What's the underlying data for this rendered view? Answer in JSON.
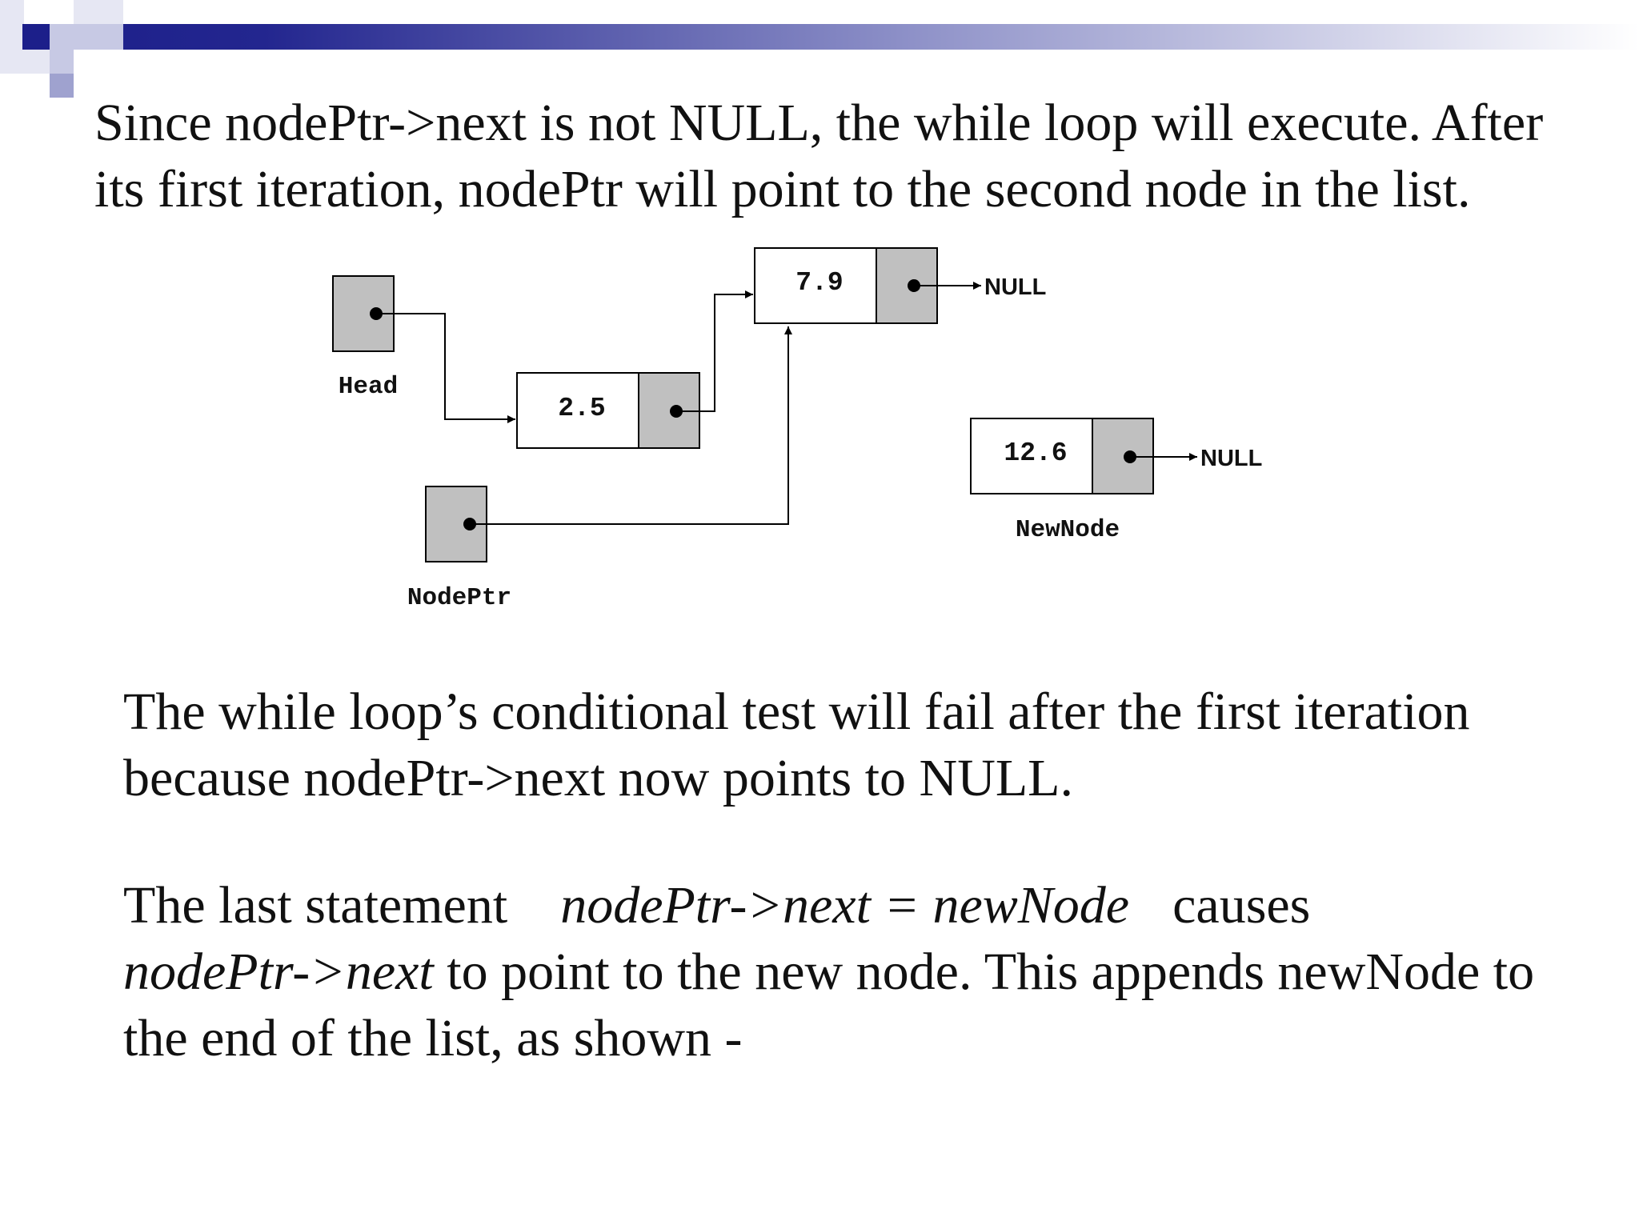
{
  "slide": {
    "para1": "Since nodePtr->next is not NULL, the while loop will execute. After its first iteration, nodePtr will point to the second node in the list.",
    "para2": "The while loop’s conditional test will fail after the first iteration because nodePtr->next now points to NULL.",
    "para3": {
      "part1": "The last statement",
      "code1": "nodePtr->next = newNode",
      "part2": "causes",
      "code2": "nodePtr->next",
      "part3": " to point to the new node. This appends newNode to the end of the list, as shown -"
    }
  },
  "diagram": {
    "head_label": "Head",
    "nodeptr_label": "NodePtr",
    "newnode_label": "NewNode",
    "node1_value": "2.5",
    "node2_value": "7.9",
    "newnode_value": "12.6",
    "null_label_1": "NULL",
    "null_label_2": "NULL"
  },
  "colors": {
    "header_dark": "#1c1f8a",
    "header_light": "#ffffff",
    "square_a": "#c7c9e4",
    "square_b": "#9fa2cf",
    "pointer_fill": "#c0c0c0",
    "line": "#000000"
  }
}
